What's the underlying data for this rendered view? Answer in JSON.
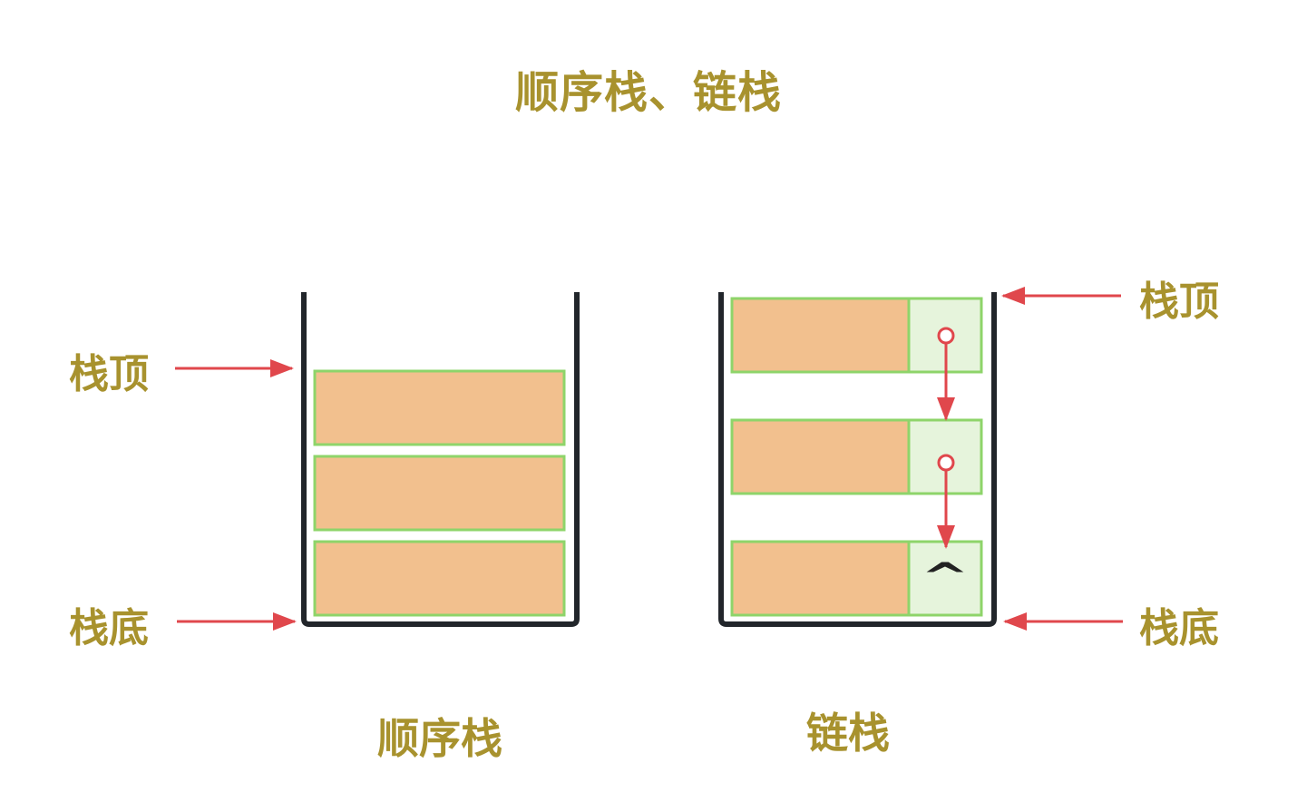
{
  "title": "顺序栈、链栈",
  "sequential_stack": {
    "caption": "顺序栈",
    "top_label": "栈顶",
    "bottom_label": "栈底"
  },
  "linked_stack": {
    "caption": "链栈",
    "top_label": "栈顶",
    "bottom_label": "栈底",
    "null_symbol": "^"
  },
  "colors": {
    "label_text": "#a8922e",
    "container_stroke": "#22262b",
    "data_cell_fill": "#f2c08e",
    "pointer_cell_fill": "#e6f4dc",
    "cell_border": "#8ed46a",
    "arrow": "#e0474c"
  }
}
